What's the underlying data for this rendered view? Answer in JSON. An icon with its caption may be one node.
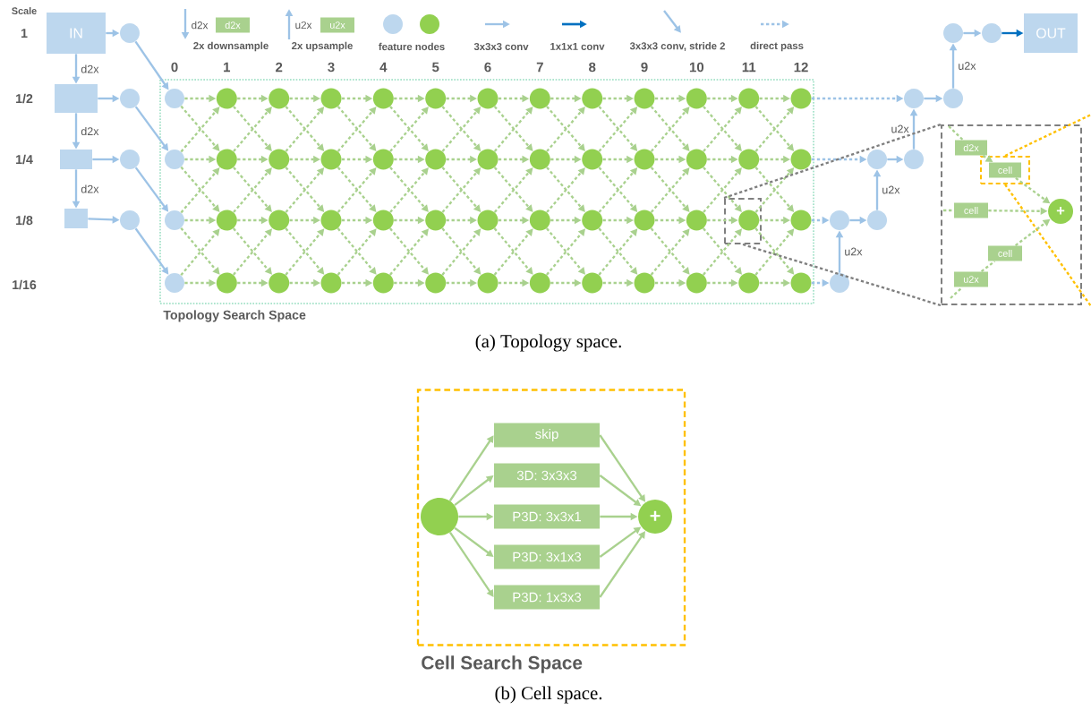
{
  "diagram": {
    "nodes": [
      {
        "text": [
          "IN"
        ]
      },
      {
        "text": [],
        "shape": "box"
      },
      {
        "text": [],
        "shape": "box"
      },
      {
        "text": [],
        "shape": "box"
      },
      {
        "text": [],
        "shape": "circle"
      },
      {
        "text": [],
        "shape": "circle"
      },
      {
        "text": [],
        "shape": "circle"
      },
      {
        "text": [],
        "shape": "circle"
      },
      {
        "text": [
          "Topology Search Space"
        ]
      },
      {
        "text": [],
        "shape": "circle",
        "in": 8
      },
      {
        "text": [],
        "shape": "circle",
        "in": 8
      },
      {
        "text": [],
        "shape": "circle",
        "in": 8
      },
      {
        "text": [],
        "shape": "circle",
        "in": 8
      },
      {
        "text": [],
        "shape": "circle",
        "in": 8
      },
      {
        "text": [],
        "shape": "circle",
        "in": 8
      },
      {
        "text": [],
        "shape": "circle",
        "in": 8
      },
      {
        "text": [],
        "shape": "circle",
        "in": 8
      },
      {
        "text": [],
        "shape": "circle",
        "in": 8
      },
      {
        "text": [],
        "shape": "circle",
        "in": 8
      },
      {
        "text": [],
        "shape": "circle",
        "in": 8
      },
      {
        "text": [],
        "shape": "circle",
        "in": 8
      },
      {
        "text": [],
        "shape": "circle",
        "in": 8
      },
      {
        "text": [],
        "shape": "circle",
        "in": 8
      },
      {
        "text": [],
        "shape": "circle",
        "in": 8
      },
      {
        "text": [],
        "shape": "circle",
        "in": 8
      },
      {
        "text": [],
        "shape": "circle",
        "in": 8
      },
      {
        "text": [],
        "shape": "circle",
        "in": 8
      },
      {
        "text": [],
        "shape": "circle",
        "in": 8
      },
      {
        "text": [],
        "shape": "circle",
        "in": 8
      },
      {
        "text": [],
        "shape": "circle",
        "in": 8
      },
      {
        "text": [],
        "shape": "circle",
        "in": 8
      },
      {
        "text": [],
        "shape": "circle",
        "in": 8
      },
      {
        "text": [],
        "shape": "circle",
        "in": 8
      },
      {
        "text": [],
        "shape": "circle",
        "in": 8
      },
      {
        "text": [],
        "shape": "circle",
        "in": 8
      },
      {
        "text": [],
        "shape": "circle",
        "in": 8
      },
      {
        "text": [],
        "shape": "circle",
        "in": 8
      },
      {
        "text": [],
        "shape": "circle",
        "in": 8
      },
      {
        "text": [],
        "shape": "circle",
        "in": 8
      },
      {
        "text": [],
        "shape": "circle",
        "in": 8
      },
      {
        "text": [],
        "shape": "circle",
        "in": 8
      },
      {
        "text": [],
        "shape": "circle",
        "in": 8
      },
      {
        "text": [],
        "shape": "circle",
        "in": 8
      },
      {
        "text": [],
        "shape": "circle",
        "in": 8
      },
      {
        "text": [],
        "shape": "circle",
        "in": 8
      },
      {
        "text": [],
        "shape": "circle",
        "in": 8
      },
      {
        "text": [],
        "shape": "circle",
        "in": 61
      },
      {
        "text": [],
        "shape": "circle",
        "in": 8
      },
      {
        "text": [],
        "shape": "circle",
        "in": 8
      },
      {
        "text": [],
        "shape": "circle",
        "in": 8
      },
      {
        "text": [],
        "shape": "circle",
        "in": 8
      },
      {
        "text": [],
        "shape": "circle",
        "in": 8
      },
      {
        "text": [],
        "shape": "circle",
        "in": 8
      },
      {
        "text": [],
        "shape": "circle",
        "in": 8
      },
      {
        "text": [],
        "shape": "circle",
        "in": 8
      },
      {
        "text": [],
        "shape": "circle",
        "in": 8
      },
      {
        "text": [],
        "shape": "circle",
        "in": 8
      },
      {
        "text": [],
        "shape": "circle",
        "in": 8
      },
      {
        "text": [],
        "shape": "circle",
        "in": 8
      },
      {
        "text": [],
        "shape": "circle",
        "in": 8
      },
      {
        "text": [],
        "shape": "circle",
        "in": 8
      },
      {
        "text": [],
        "shape": "box",
        "in": 8
      },
      {
        "text": [],
        "shape": "circle"
      },
      {
        "text": [],
        "shape": "circle"
      },
      {
        "text": [],
        "shape": "circle"
      },
      {
        "text": [],
        "shape": "circle"
      },
      {
        "text": [],
        "shape": "circle"
      },
      {
        "text": [],
        "shape": "circle"
      },
      {
        "text": [],
        "shape": "circle"
      },
      {
        "text": [],
        "shape": "circle"
      },
      {
        "text": [],
        "shape": "circle"
      },
      {
        "text": [
          "OUT"
        ]
      },
      {
        "text": [],
        "shape": "box"
      },
      {
        "text": [
          "d2x"
        ],
        "in": 72
      },
      {
        "text": [],
        "shape": "box",
        "in": 72
      },
      {
        "text": [
          "cell"
        ],
        "in": 74
      },
      {
        "text": [
          "cell"
        ],
        "in": 72
      },
      {
        "text": [
          "cell"
        ],
        "in": 72
      },
      {
        "text": [
          "u2x"
        ],
        "in": 72
      },
      {
        "text": [
          "+"
        ],
        "in": 72
      },
      {
        "text": [
          "Cell Search Space"
        ]
      },
      {
        "text": [],
        "shape": "circle",
        "in": 80
      },
      {
        "text": [
          "skip"
        ],
        "in": 80
      },
      {
        "text": [
          "3D: 3x3x3"
        ],
        "in": 80
      },
      {
        "text": [
          "P3D: 3x3x1"
        ],
        "in": 80
      },
      {
        "text": [
          "P3D: 3x1x3"
        ],
        "in": 80
      },
      {
        "text": [
          "P3D: 1x3x3"
        ],
        "in": 80
      },
      {
        "text": [
          "+"
        ],
        "in": 80
      },
      {
        "text": [
          "d2x"
        ]
      },
      {
        "text": [
          "u2x"
        ]
      }
    ],
    "edges": [
      {
        "from": 0,
        "to": 1,
        "arrow": "to",
        "label": "d2x",
        "color": "#9dc3e6"
      },
      {
        "from": 1,
        "to": 2,
        "arrow": "to",
        "label": "d2x",
        "color": "#9dc3e6"
      },
      {
        "from": 2,
        "to": 3,
        "arrow": "to",
        "label": "d2x",
        "color": "#9dc3e6"
      },
      {
        "from": 0,
        "to": 4,
        "arrow": "to",
        "color": "#9dc3e6"
      },
      {
        "from": 1,
        "to": 5,
        "arrow": "to",
        "color": "#9dc3e6"
      },
      {
        "from": 2,
        "to": 6,
        "arrow": "to",
        "color": "#9dc3e6"
      },
      {
        "from": 3,
        "to": 7,
        "arrow": "to",
        "color": "#9dc3e6"
      },
      {
        "from": 4,
        "to": 9,
        "arrow": "to",
        "color": "#9dc3e6"
      },
      {
        "from": 5,
        "to": 22,
        "arrow": "to",
        "color": "#9dc3e6"
      },
      {
        "from": 6,
        "to": 35,
        "arrow": "to",
        "color": "#9dc3e6"
      },
      {
        "from": 7,
        "to": 48,
        "arrow": "to",
        "color": "#9dc3e6"
      },
      {
        "from": 9,
        "to": 10,
        "arrow": "to",
        "style": "dashed"
      },
      {
        "from": 9,
        "to": 23,
        "arrow": "to",
        "style": "dashed"
      },
      {
        "from": 22,
        "to": 10,
        "arrow": "to",
        "style": "dashed"
      },
      {
        "from": 22,
        "to": 23,
        "arrow": "to",
        "style": "dashed"
      },
      {
        "from": 22,
        "to": 36,
        "arrow": "to",
        "style": "dashed"
      },
      {
        "from": 35,
        "to": 23,
        "arrow": "to",
        "style": "dashed"
      },
      {
        "from": 35,
        "to": 36,
        "arrow": "to",
        "style": "dashed"
      },
      {
        "from": 35,
        "to": 49,
        "arrow": "to",
        "style": "dashed"
      },
      {
        "from": 48,
        "to": 36,
        "arrow": "to",
        "style": "dashed"
      },
      {
        "from": 48,
        "to": 49,
        "arrow": "to",
        "style": "dashed"
      },
      {
        "from": 10,
        "to": 11,
        "arrow": "to",
        "style": "dashed"
      },
      {
        "from": 10,
        "to": 24,
        "arrow": "to",
        "style": "dashed"
      },
      {
        "from": 23,
        "to": 11,
        "arrow": "to",
        "style": "dashed"
      },
      {
        "from": 23,
        "to": 24,
        "arrow": "to",
        "style": "dashed"
      },
      {
        "from": 23,
        "to": 37,
        "arrow": "to",
        "style": "dashed"
      },
      {
        "from": 36,
        "to": 24,
        "arrow": "to",
        "style": "dashed"
      },
      {
        "from": 36,
        "to": 37,
        "arrow": "to",
        "style": "dashed"
      },
      {
        "from": 36,
        "to": 50,
        "arrow": "to",
        "style": "dashed"
      },
      {
        "from": 49,
        "to": 37,
        "arrow": "to",
        "style": "dashed"
      },
      {
        "from": 49,
        "to": 50,
        "arrow": "to",
        "style": "dashed"
      },
      {
        "from": 11,
        "to": 12,
        "arrow": "to",
        "style": "dashed"
      },
      {
        "from": 11,
        "to": 25,
        "arrow": "to",
        "style": "dashed"
      },
      {
        "from": 24,
        "to": 12,
        "arrow": "to",
        "style": "dashed"
      },
      {
        "from": 24,
        "to": 25,
        "arrow": "to",
        "style": "dashed"
      },
      {
        "from": 24,
        "to": 38,
        "arrow": "to",
        "style": "dashed"
      },
      {
        "from": 37,
        "to": 25,
        "arrow": "to",
        "style": "dashed"
      },
      {
        "from": 37,
        "to": 38,
        "arrow": "to",
        "style": "dashed"
      },
      {
        "from": 37,
        "to": 51,
        "arrow": "to",
        "style": "dashed"
      },
      {
        "from": 50,
        "to": 38,
        "arrow": "to",
        "style": "dashed"
      },
      {
        "from": 50,
        "to": 51,
        "arrow": "to",
        "style": "dashed"
      },
      {
        "from": 12,
        "to": 13,
        "arrow": "to",
        "style": "dashed"
      },
      {
        "from": 12,
        "to": 26,
        "arrow": "to",
        "style": "dashed"
      },
      {
        "from": 25,
        "to": 13,
        "arrow": "to",
        "style": "dashed"
      },
      {
        "from": 25,
        "to": 26,
        "arrow": "to",
        "style": "dashed"
      },
      {
        "from": 25,
        "to": 39,
        "arrow": "to",
        "style": "dashed"
      },
      {
        "from": 38,
        "to": 26,
        "arrow": "to",
        "style": "dashed"
      },
      {
        "from": 38,
        "to": 39,
        "arrow": "to",
        "style": "dashed"
      },
      {
        "from": 38,
        "to": 52,
        "arrow": "to",
        "style": "dashed"
      },
      {
        "from": 51,
        "to": 39,
        "arrow": "to",
        "style": "dashed"
      },
      {
        "from": 51,
        "to": 52,
        "arrow": "to",
        "style": "dashed"
      },
      {
        "from": 13,
        "to": 14,
        "arrow": "to",
        "style": "dashed"
      },
      {
        "from": 13,
        "to": 27,
        "arrow": "to",
        "style": "dashed"
      },
      {
        "from": 26,
        "to": 14,
        "arrow": "to",
        "style": "dashed"
      },
      {
        "from": 26,
        "to": 27,
        "arrow": "to",
        "style": "dashed"
      },
      {
        "from": 26,
        "to": 40,
        "arrow": "to",
        "style": "dashed"
      },
      {
        "from": 39,
        "to": 27,
        "arrow": "to",
        "style": "dashed"
      },
      {
        "from": 39,
        "to": 40,
        "arrow": "to",
        "style": "dashed"
      },
      {
        "from": 39,
        "to": 53,
        "arrow": "to",
        "style": "dashed"
      },
      {
        "from": 52,
        "to": 40,
        "arrow": "to",
        "style": "dashed"
      },
      {
        "from": 52,
        "to": 53,
        "arrow": "to",
        "style": "dashed"
      },
      {
        "from": 14,
        "to": 15,
        "arrow": "to",
        "style": "dashed"
      },
      {
        "from": 14,
        "to": 28,
        "arrow": "to",
        "style": "dashed"
      },
      {
        "from": 27,
        "to": 15,
        "arrow": "to",
        "style": "dashed"
      },
      {
        "from": 27,
        "to": 28,
        "arrow": "to",
        "style": "dashed"
      },
      {
        "from": 27,
        "to": 41,
        "arrow": "to",
        "style": "dashed"
      },
      {
        "from": 40,
        "to": 28,
        "arrow": "to",
        "style": "dashed"
      },
      {
        "from": 40,
        "to": 41,
        "arrow": "to",
        "style": "dashed"
      },
      {
        "from": 40,
        "to": 54,
        "arrow": "to",
        "style": "dashed"
      },
      {
        "from": 53,
        "to": 41,
        "arrow": "to",
        "style": "dashed"
      },
      {
        "from": 53,
        "to": 54,
        "arrow": "to",
        "style": "dashed"
      },
      {
        "from": 15,
        "to": 16,
        "arrow": "to",
        "style": "dashed"
      },
      {
        "from": 15,
        "to": 29,
        "arrow": "to",
        "style": "dashed"
      },
      {
        "from": 28,
        "to": 16,
        "arrow": "to",
        "style": "dashed"
      },
      {
        "from": 28,
        "to": 29,
        "arrow": "to",
        "style": "dashed"
      },
      {
        "from": 28,
        "to": 42,
        "arrow": "to",
        "style": "dashed"
      },
      {
        "from": 41,
        "to": 29,
        "arrow": "to",
        "style": "dashed"
      },
      {
        "from": 41,
        "to": 42,
        "arrow": "to",
        "style": "dashed"
      },
      {
        "from": 41,
        "to": 55,
        "arrow": "to",
        "style": "dashed"
      },
      {
        "from": 54,
        "to": 42,
        "arrow": "to",
        "style": "dashed"
      },
      {
        "from": 54,
        "to": 55,
        "arrow": "to",
        "style": "dashed"
      },
      {
        "from": 16,
        "to": 17,
        "arrow": "to",
        "style": "dashed"
      },
      {
        "from": 16,
        "to": 30,
        "arrow": "to",
        "style": "dashed"
      },
      {
        "from": 29,
        "to": 17,
        "arrow": "to",
        "style": "dashed"
      },
      {
        "from": 29,
        "to": 30,
        "arrow": "to",
        "style": "dashed"
      },
      {
        "from": 29,
        "to": 43,
        "arrow": "to",
        "style": "dashed"
      },
      {
        "from": 42,
        "to": 30,
        "arrow": "to",
        "style": "dashed"
      },
      {
        "from": 42,
        "to": 43,
        "arrow": "to",
        "style": "dashed"
      },
      {
        "from": 42,
        "to": 56,
        "arrow": "to",
        "style": "dashed"
      },
      {
        "from": 55,
        "to": 43,
        "arrow": "to",
        "style": "dashed"
      },
      {
        "from": 55,
        "to": 56,
        "arrow": "to",
        "style": "dashed"
      },
      {
        "from": 17,
        "to": 18,
        "arrow": "to",
        "style": "dashed"
      },
      {
        "from": 17,
        "to": 31,
        "arrow": "to",
        "style": "dashed"
      },
      {
        "from": 30,
        "to": 18,
        "arrow": "to",
        "style": "dashed"
      },
      {
        "from": 30,
        "to": 31,
        "arrow": "to",
        "style": "dashed"
      },
      {
        "from": 30,
        "to": 44,
        "arrow": "to",
        "style": "dashed"
      },
      {
        "from": 43,
        "to": 31,
        "arrow": "to",
        "style": "dashed"
      },
      {
        "from": 43,
        "to": 44,
        "arrow": "to",
        "style": "dashed"
      },
      {
        "from": 43,
        "to": 57,
        "arrow": "to",
        "style": "dashed"
      },
      {
        "from": 56,
        "to": 44,
        "arrow": "to",
        "style": "dashed"
      },
      {
        "from": 56,
        "to": 57,
        "arrow": "to",
        "style": "dashed"
      },
      {
        "from": 18,
        "to": 19,
        "arrow": "to",
        "style": "dashed"
      },
      {
        "from": 18,
        "to": 32,
        "arrow": "to",
        "style": "dashed"
      },
      {
        "from": 31,
        "to": 19,
        "arrow": "to",
        "style": "dashed"
      },
      {
        "from": 31,
        "to": 32,
        "arrow": "to",
        "style": "dashed"
      },
      {
        "from": 31,
        "to": 45,
        "arrow": "to",
        "style": "dashed"
      },
      {
        "from": 44,
        "to": 32,
        "arrow": "to",
        "style": "dashed"
      },
      {
        "from": 44,
        "to": 45,
        "arrow": "to",
        "style": "dashed"
      },
      {
        "from": 44,
        "to": 58,
        "arrow": "to",
        "style": "dashed"
      },
      {
        "from": 57,
        "to": 45,
        "arrow": "to",
        "style": "dashed"
      },
      {
        "from": 57,
        "to": 58,
        "arrow": "to",
        "style": "dashed"
      },
      {
        "from": 19,
        "to": 20,
        "arrow": "to",
        "style": "dashed"
      },
      {
        "from": 19,
        "to": 33,
        "arrow": "to",
        "style": "dashed"
      },
      {
        "from": 32,
        "to": 20,
        "arrow": "to",
        "style": "dashed"
      },
      {
        "from": 32,
        "to": 33,
        "arrow": "to",
        "style": "dashed"
      },
      {
        "from": 32,
        "to": 46,
        "arrow": "to",
        "style": "dashed"
      },
      {
        "from": 45,
        "to": 33,
        "arrow": "to",
        "style": "dashed"
      },
      {
        "from": 45,
        "to": 46,
        "arrow": "to",
        "style": "dashed"
      },
      {
        "from": 45,
        "to": 59,
        "arrow": "to",
        "style": "dashed"
      },
      {
        "from": 58,
        "to": 46,
        "arrow": "to",
        "style": "dashed"
      },
      {
        "from": 58,
        "to": 59,
        "arrow": "to",
        "style": "dashed"
      },
      {
        "from": 20,
        "to": 21,
        "arrow": "to",
        "style": "dashed"
      },
      {
        "from": 20,
        "to": 34,
        "arrow": "to",
        "style": "dashed"
      },
      {
        "from": 33,
        "to": 21,
        "arrow": "to",
        "style": "dashed"
      },
      {
        "from": 33,
        "to": 34,
        "arrow": "to",
        "style": "dashed"
      },
      {
        "from": 33,
        "to": 47,
        "arrow": "to",
        "style": "dashed"
      },
      {
        "from": 46,
        "to": 34,
        "arrow": "to",
        "style": "dashed"
      },
      {
        "from": 46,
        "to": 47,
        "arrow": "to",
        "style": "dashed"
      },
      {
        "from": 46,
        "to": 60,
        "arrow": "to",
        "style": "dashed"
      },
      {
        "from": 59,
        "to": 47,
        "arrow": "to",
        "style": "dashed"
      },
      {
        "from": 59,
        "to": 60,
        "arrow": "to",
        "style": "dashed"
      },
      {
        "from": 60,
        "to": 62,
        "arrow": "to",
        "style": "dashed",
        "color": "#9dc3e6"
      },
      {
        "from": 62,
        "to": 63,
        "arrow": "to",
        "label": "u2x",
        "color": "#9dc3e6"
      },
      {
        "from": 47,
        "to": 63,
        "arrow": "to",
        "style": "dashed",
        "color": "#9dc3e6"
      },
      {
        "from": 63,
        "to": 64,
        "arrow": "to",
        "color": "#9dc3e6"
      },
      {
        "from": 64,
        "to": 65,
        "arrow": "to",
        "label": "u2x",
        "color": "#9dc3e6"
      },
      {
        "from": 34,
        "to": 65,
        "arrow": "to",
        "style": "dashed",
        "color": "#9dc3e6"
      },
      {
        "from": 65,
        "to": 66,
        "arrow": "to",
        "color": "#9dc3e6"
      },
      {
        "from": 66,
        "to": 67,
        "arrow": "to",
        "label": "u2x",
        "color": "#9dc3e6"
      },
      {
        "from": 21,
        "to": 67,
        "arrow": "to",
        "style": "dashed",
        "color": "#9dc3e6"
      },
      {
        "from": 67,
        "to": 68,
        "arrow": "to",
        "color": "#9dc3e6"
      },
      {
        "from": 68,
        "to": 69,
        "arrow": "to",
        "label": "u2x",
        "color": "#9dc3e6"
      },
      {
        "from": 69,
        "to": 70,
        "arrow": "to",
        "color": "#9dc3e6"
      },
      {
        "from": 70,
        "to": 71,
        "arrow": "to",
        "color": "#0070c0"
      },
      {
        "from": 61,
        "to": 72,
        "arrow": "none",
        "style": "dashed",
        "color": "#7f7f7f"
      },
      {
        "from": 61,
        "to": 72,
        "arrow": "none",
        "style": "dashed",
        "color": "#7f7f7f"
      },
      {
        "from": 74,
        "to": null,
        "arrow": "none",
        "style": "dashed",
        "color": "#ffc000"
      },
      {
        "from": 74,
        "to": null,
        "arrow": "none",
        "style": "dashed",
        "color": "#ffc000"
      },
      {
        "from": null,
        "to": 73,
        "arrow": "none",
        "style": "dashed"
      },
      {
        "from": 73,
        "to": 75,
        "arrow": "to",
        "style": "dashed"
      },
      {
        "from": 75,
        "to": 79,
        "arrow": "to",
        "style": "dashed"
      },
      {
        "from": null,
        "to": 76,
        "arrow": "none",
        "style": "dashed"
      },
      {
        "from": 76,
        "to": 79,
        "arrow": "to",
        "style": "dashed"
      },
      {
        "from": null,
        "to": 78,
        "arrow": "none",
        "style": "dashed"
      },
      {
        "from": 78,
        "to": 77,
        "arrow": "none",
        "style": "dashed"
      },
      {
        "from": 77,
        "to": 79,
        "arrow": "to",
        "style": "dashed"
      },
      {
        "from": 81,
        "to": 82,
        "arrow": "to"
      },
      {
        "from": 81,
        "to": 83,
        "arrow": "to"
      },
      {
        "from": 81,
        "to": 84,
        "arrow": "to"
      },
      {
        "from": 81,
        "to": 85,
        "arrow": "to"
      },
      {
        "from": 81,
        "to": 86,
        "arrow": "to"
      },
      {
        "from": 82,
        "to": 87,
        "arrow": "to"
      },
      {
        "from": 83,
        "to": 87,
        "arrow": "to"
      },
      {
        "from": 84,
        "to": 87,
        "arrow": "to"
      },
      {
        "from": 85,
        "to": 87,
        "arrow": "to"
      },
      {
        "from": 86,
        "to": 87,
        "arrow": "to"
      }
    ],
    "labels": [
      "Scale",
      "1",
      "d2x",
      "u2x",
      "0",
      "1",
      "2",
      "3",
      "4",
      "5",
      "6",
      "7",
      "8",
      "9",
      "10",
      "11",
      "12",
      "1/2",
      "1/4",
      "1/8",
      "1/16",
      "(a) Topology space.",
      "(b) Cell space."
    ],
    "legend": [
      {
        "text": "2x downsample"
      },
      {
        "text": "2x upsample"
      },
      {
        "text": "feature nodes"
      },
      {
        "text": "3x3x3 conv"
      },
      {
        "text": "1x1x1 conv"
      },
      {
        "text": "3x3x3 conv, stride 2"
      },
      {
        "text": "direct pass"
      }
    ]
  }
}
